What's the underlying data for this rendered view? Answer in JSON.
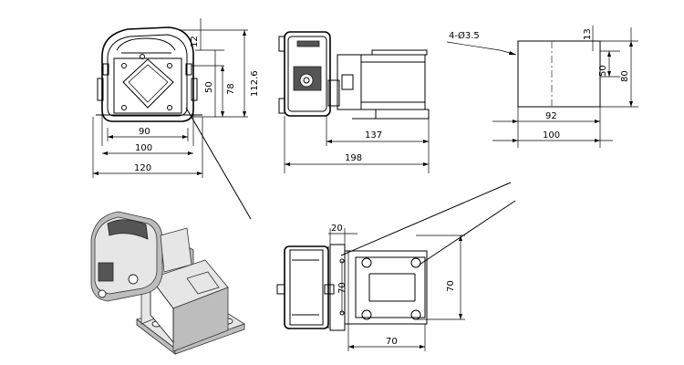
{
  "dimensions": {
    "front_top": "12",
    "front_50": "50",
    "front_78": "78",
    "front_112": "112.6",
    "front_90": "90",
    "front_100": "100",
    "front_120": "120",
    "side_137": "137",
    "side_198": "198",
    "holes": "4-Ø3.5",
    "plate_13": "13",
    "plate_50": "50",
    "plate_80": "80",
    "plate_92": "92",
    "plate_100": "100",
    "bottom_20": "20",
    "bottom_70_left": "70",
    "bottom_70_right": "70",
    "bottom_70_horiz": "70"
  }
}
